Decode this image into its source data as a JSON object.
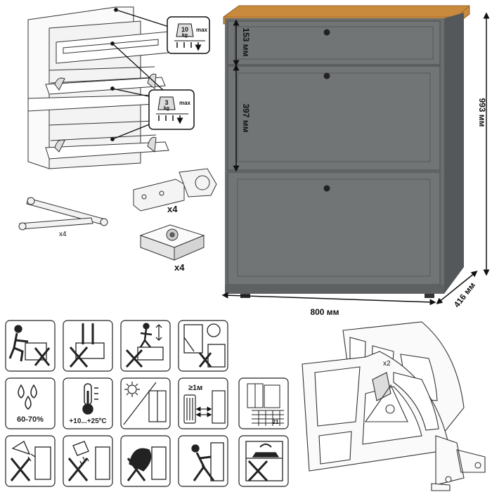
{
  "dimensions": {
    "width": "800 мм",
    "depth": "416 мм",
    "height": "993 мм",
    "top_drawer": "153 мм",
    "flap": "397 мм"
  },
  "load_labels": {
    "drawer_weight": "10",
    "flap_weight": "3",
    "unit": "kg",
    "max": "max"
  },
  "quantities": {
    "stay_arm": "x4",
    "hinge": "x4",
    "foot": "x4",
    "mechanism": "x2"
  },
  "care_icons": {
    "humidity": "60-70%",
    "temperature": "+10...+25ºC",
    "distance": "≥1м",
    "grid_number": "21"
  },
  "colors": {
    "cabinet_body": "#6b6e6f",
    "cabinet_dark": "#55585a",
    "wood_top": "#c98a3e",
    "line": "#222222"
  }
}
